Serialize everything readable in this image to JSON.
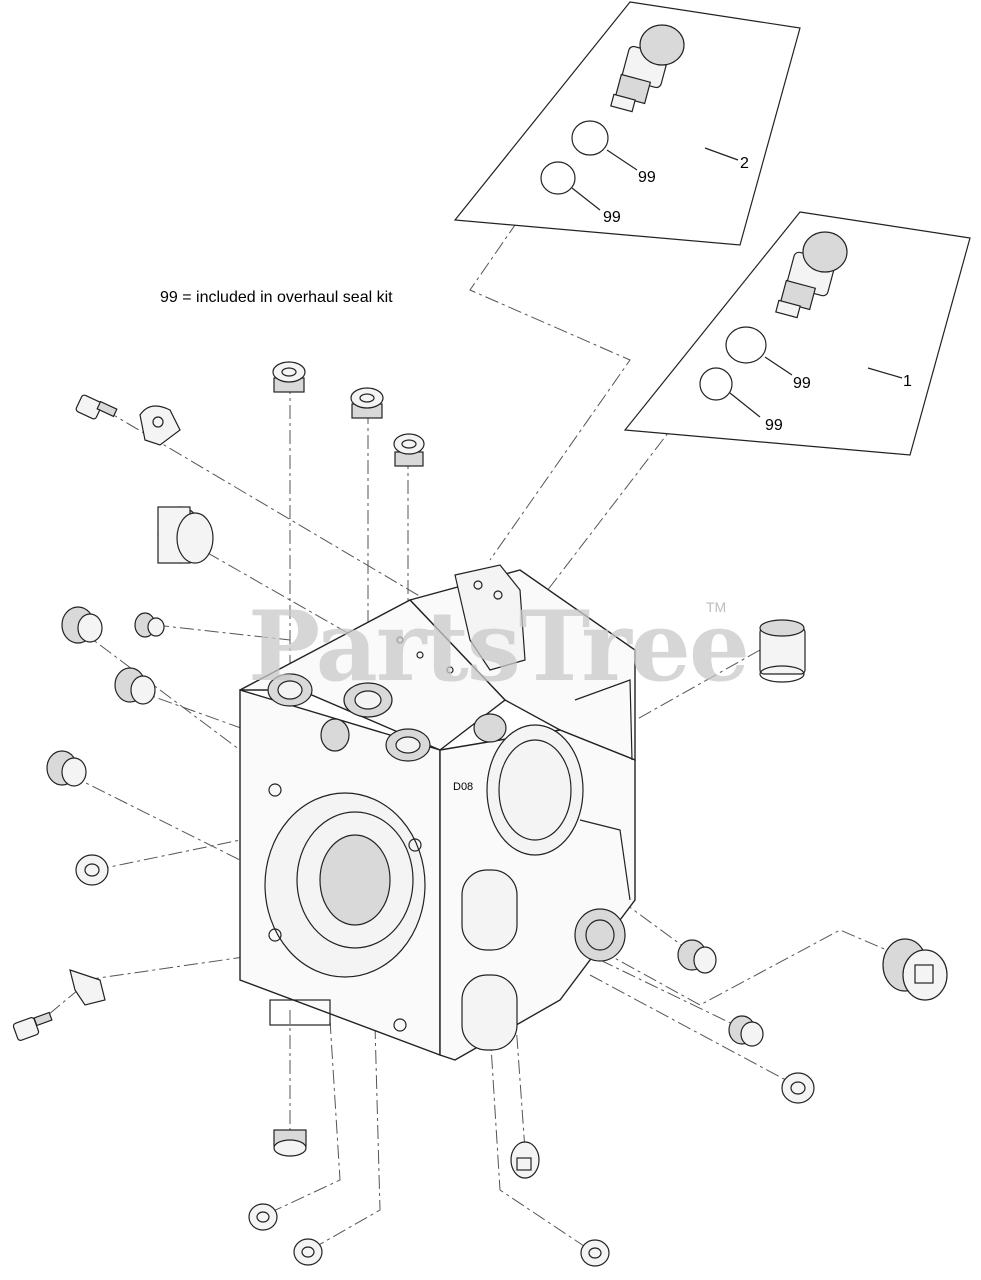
{
  "note": "99 = included in overhaul seal kit",
  "watermark": "PartsTree",
  "trademark": "TM",
  "callouts": {
    "kit2": "2",
    "kit1": "1",
    "k2_seal_a": "99",
    "k2_seal_b": "99",
    "k1_seal_a": "99",
    "k1_seal_b": "99"
  },
  "icons": {
    "cartridge_valve": "cartridge-valve-icon",
    "o_ring": "o-ring-icon",
    "plug": "plug-icon",
    "bolt": "bolt-icon",
    "bracket": "bracket-icon",
    "bushing": "bushing-icon",
    "housing": "pump-housing-icon"
  }
}
